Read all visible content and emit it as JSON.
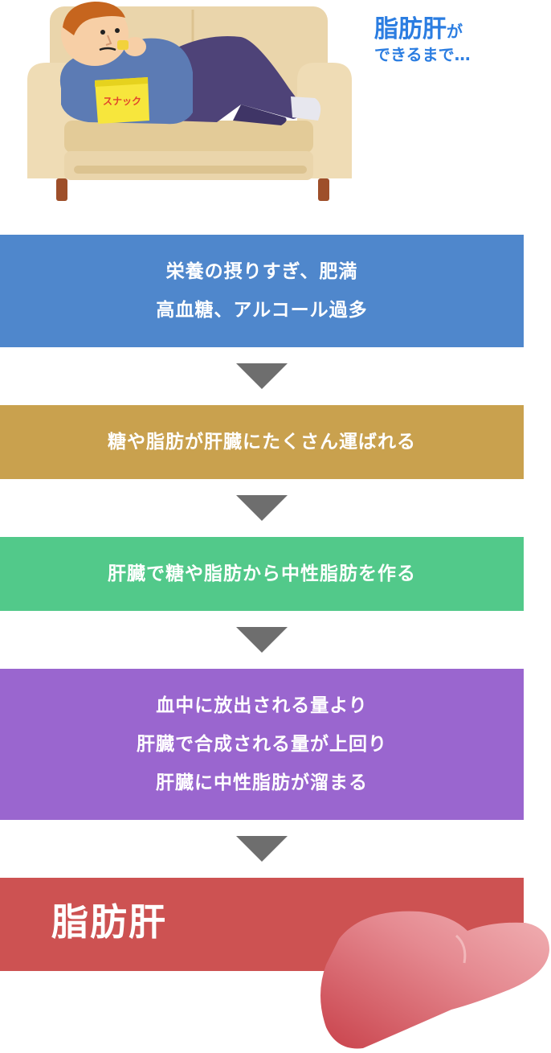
{
  "hero": {
    "title_main": "脂肪肝",
    "title_suffix": "が",
    "title_line2": "できるまで…",
    "snack_label": "スナック"
  },
  "steps": [
    {
      "lines": [
        "栄養の摂りすぎ、肥満",
        "高血糖、アルコール過多"
      ]
    },
    {
      "lines": [
        "糖や脂肪が肝臓にたくさん運ばれる"
      ]
    },
    {
      "lines": [
        "肝臓で糖や脂肪から中性脂肪を作る"
      ]
    },
    {
      "lines": [
        "血中に放出される量より",
        "肝臓で合成される量が上回り",
        "肝臓に中性脂肪が溜まる"
      ]
    }
  ],
  "final": {
    "label": "脂肪肝"
  },
  "colors": {
    "title": "#2b7de1",
    "step1": "#4f87cc",
    "step2": "#c9a14e",
    "step3": "#52c98a",
    "step4": "#9a66cf",
    "final": "#cd5252",
    "arrow": "#6e6e6e"
  },
  "icons": [
    "sofa-person-illustration",
    "down-arrow-icon",
    "liver-illustration"
  ]
}
